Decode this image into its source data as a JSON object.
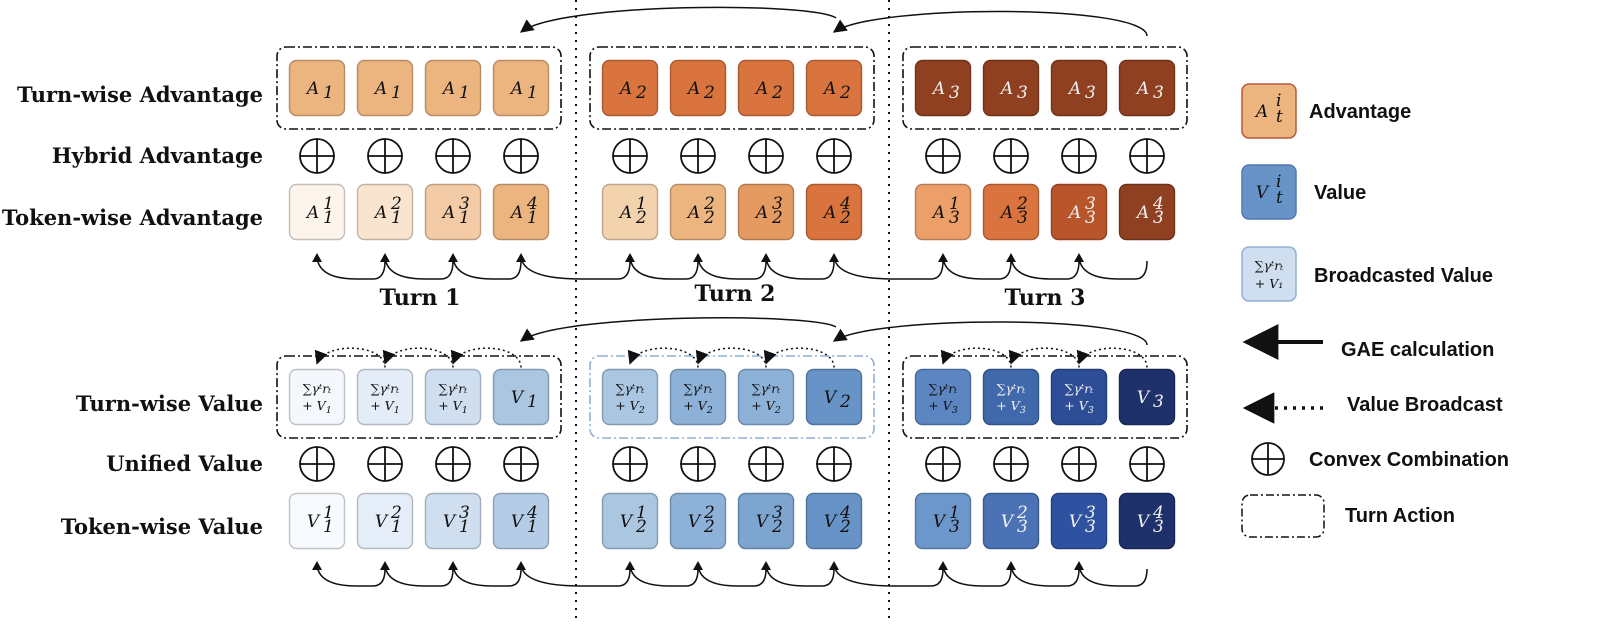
{
  "row_labels": {
    "turn_adv": "Turn-wise Advantage",
    "hybrid_adv": "Hybrid Advantage",
    "token_adv": "Token-wise Advantage",
    "turn_val": "Turn-wise Value",
    "unified_val": "Unified Value",
    "token_val": "Token-wise Value"
  },
  "turns": [
    "Turn 1",
    "Turn 2",
    "Turn 3"
  ],
  "turn_adv": [
    [
      "A1",
      "A1",
      "A1",
      "A1"
    ],
    [
      "A2",
      "A2",
      "A2",
      "A2"
    ],
    [
      "A3",
      "A3",
      "A3",
      "A3"
    ]
  ],
  "token_adv": [
    [
      "A1^1",
      "A1^2",
      "A1^3",
      "A1^4"
    ],
    [
      "A2^1",
      "A2^2",
      "A2^3",
      "A2^4"
    ],
    [
      "A3^1",
      "A3^2",
      "A3^3",
      "A3^4"
    ]
  ],
  "turn_val": [
    [
      "∑γᵗrₜ + V1",
      "∑γᵗrₜ + V1",
      "∑γᵗrₜ + V1",
      "V1"
    ],
    [
      "∑γᵗrₜ + V2",
      "∑γᵗrₜ + V2",
      "∑γᵗrₜ + V2",
      "V2"
    ],
    [
      "∑γᵗrₜ + V3",
      "∑γᵗrₜ + V3",
      "∑γᵗrₜ + V3",
      "V3"
    ]
  ],
  "token_val": [
    [
      "V1^1",
      "V1^2",
      "V1^3",
      "V1^4"
    ],
    [
      "V2^1",
      "V2^2",
      "V2^3",
      "V2^4"
    ],
    [
      "V3^1",
      "V3^2",
      "V3^3",
      "V3^4"
    ]
  ],
  "colors": {
    "turn_adv": [
      "#ecb47f",
      "#d9743e",
      "#8f4020"
    ],
    "token_adv": [
      [
        "#fdf4ec",
        "#f8e4cf",
        "#f3cba6",
        "#ecb47f"
      ],
      [
        "#f3d2ae",
        "#ecb47f",
        "#e59a62",
        "#d9743e"
      ],
      [
        "#ec9f68",
        "#d9743e",
        "#b8552a",
        "#8f4020"
      ]
    ],
    "turn_val": [
      [
        "#f4f8fd",
        "#e3ecf7",
        "#cfdff0",
        "#abc6e1"
      ],
      [
        "#abc6e1",
        "#8eb1d8",
        "#8eb1d8",
        "#6793c7"
      ],
      [
        "#5b86c2",
        "#4069ab",
        "#2d4e96",
        "#1f316a"
      ]
    ],
    "token_val": [
      [
        "#f7fafe",
        "#e4edf8",
        "#cfdff0",
        "#b5cce6"
      ],
      [
        "#abc6e1",
        "#8eb1d8",
        "#7ea4d0",
        "#6793c7"
      ],
      [
        "#6d97cb",
        "#4a72b4",
        "#2f52a0",
        "#1f316a"
      ]
    ]
  },
  "legend": [
    {
      "symbol": "A_t^i",
      "label": "Advantage"
    },
    {
      "symbol": "V_t^i",
      "label": "Value"
    },
    {
      "symbol": "∑γᵗrₜ + V1",
      "label": "Broadcasted Value"
    },
    {
      "symbol": "solid-arrow",
      "label": "GAE calculation"
    },
    {
      "symbol": "dotted-arrow",
      "label": "Value Broadcast"
    },
    {
      "symbol": "oplus",
      "label": "Convex Combination"
    },
    {
      "symbol": "dashdot-box",
      "label": "Turn Action"
    }
  ]
}
